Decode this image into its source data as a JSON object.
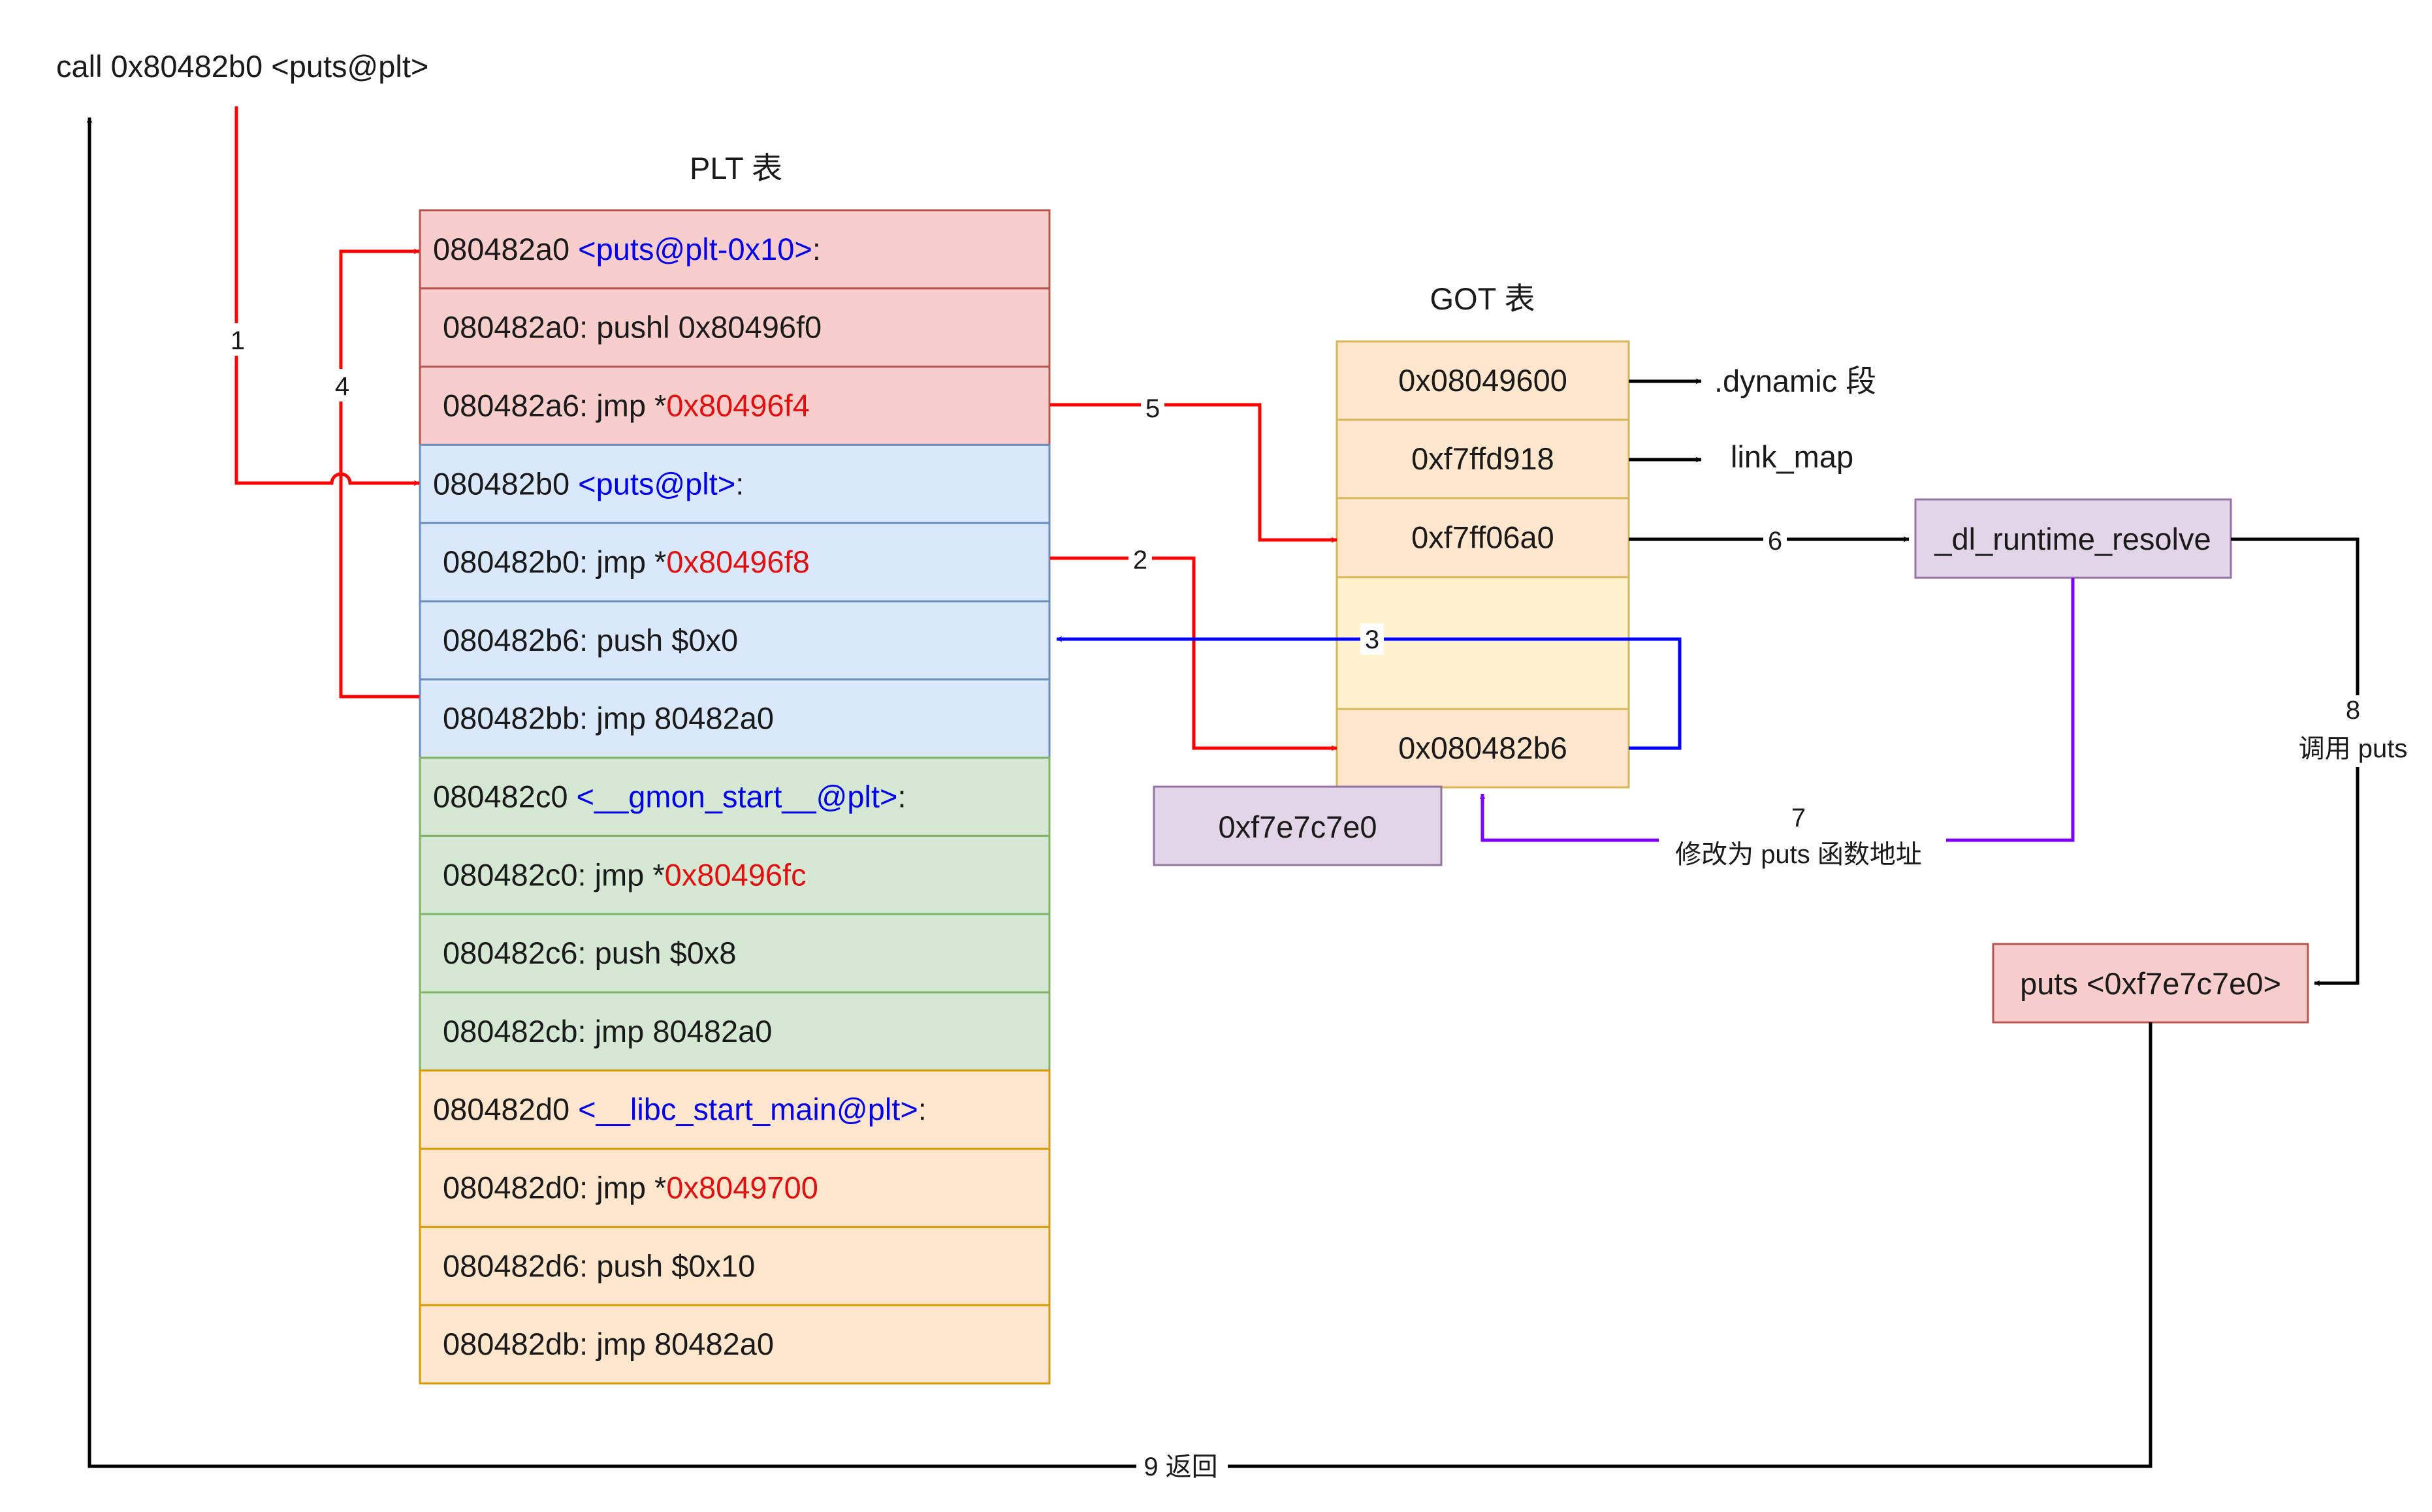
{
  "top_call": "call 0x80482b0 <puts@plt>",
  "plt": {
    "title": "PLT 表",
    "rows": [
      {
        "group": "pink",
        "type": "header",
        "addr": "080482a0 ",
        "sym": "<puts@plt-0x10>",
        "tail": ":"
      },
      {
        "group": "pink",
        "type": "text",
        "text": "080482a0: pushl 0x80496f0"
      },
      {
        "group": "pink",
        "type": "jmp",
        "prefix": "080482a6: jmp *",
        "ptr": "0x80496f4"
      },
      {
        "group": "blue",
        "type": "header",
        "addr": "080482b0 ",
        "sym": "<puts@plt>",
        "tail": ":"
      },
      {
        "group": "blue",
        "type": "jmp",
        "prefix": "080482b0: jmp *",
        "ptr": "0x80496f8"
      },
      {
        "group": "blue",
        "type": "text",
        "text": "080482b6: push $0x0"
      },
      {
        "group": "blue",
        "type": "text",
        "text": "080482bb: jmp 80482a0"
      },
      {
        "group": "green",
        "type": "header",
        "addr": "080482c0 ",
        "sym": "<__gmon_start__@plt>",
        "tail": ":"
      },
      {
        "group": "green",
        "type": "jmp",
        "prefix": "080482c0: jmp *",
        "ptr": "0x80496fc"
      },
      {
        "group": "green",
        "type": "text",
        "text": "080482c6: push $0x8"
      },
      {
        "group": "green",
        "type": "text",
        "text": "080482cb: jmp 80482a0"
      },
      {
        "group": "orange",
        "type": "header",
        "addr": "080482d0 ",
        "sym": "<__libc_start_main@plt>",
        "tail": ":"
      },
      {
        "group": "orange",
        "type": "jmp",
        "prefix": "080482d0: jmp *",
        "ptr": "0x8049700"
      },
      {
        "group": "orange",
        "type": "text",
        "text": "080482d6: push $0x10"
      },
      {
        "group": "orange",
        "type": "text",
        "text": "080482db: jmp 80482a0"
      }
    ]
  },
  "got": {
    "title": "GOT 表",
    "cells": [
      "0x08049600",
      "0xf7ffd918",
      "0xf7ff06a0",
      "",
      "0x080482b6"
    ]
  },
  "outside_labels": {
    "dynamic": ".dynamic 段",
    "link_map": "link_map"
  },
  "resolver": "_dl_runtime_resolve",
  "libc_addr": "0xf7e7c7e0",
  "puts_box": "puts <0xf7e7c7e0>",
  "edges": {
    "e1": "1",
    "e2": "2",
    "e3": "3",
    "e4": "4",
    "e5": "5",
    "e6": "6",
    "e7_num": "7",
    "e7_text": "修改为 puts 函数地址",
    "e8_num": "8",
    "e8_text": "调用 puts",
    "e9": "9 返回"
  },
  "colors": {
    "pink_fill": "#f8cecc",
    "pink_stroke": "#b85450",
    "blue_fill": "#dae8fc",
    "blue_stroke": "#6c8ebf",
    "green_fill": "#d5e8d4",
    "green_stroke": "#82b366",
    "orange_fill": "#ffe6cc",
    "orange_stroke": "#d79b00",
    "got_fill": "#ffe6cc",
    "got_empty_fill": "#fff2cc",
    "got_stroke": "#d6b656",
    "purple_fill": "#e1d5e7",
    "purple_stroke": "#9673a6",
    "red_arrow": "#ff0000",
    "blue_arrow": "#0000ff",
    "purple_arrow": "#7f00ff",
    "black": "#000000"
  }
}
